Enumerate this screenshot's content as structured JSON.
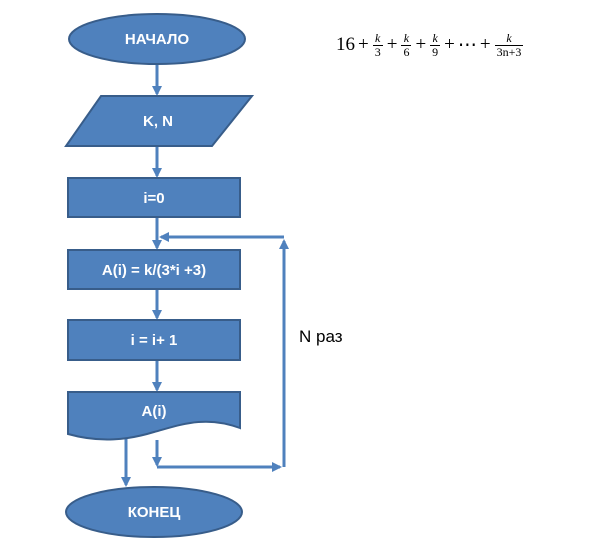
{
  "diagram": {
    "nodes": {
      "start": "НАЧАЛО",
      "input": "K, N",
      "init": "i=0",
      "assign": "A(i) = k/(3*i +3)",
      "increment": "i = i+ 1",
      "output": "A(i)",
      "end": "КОНЕЦ"
    },
    "loop_label": "N раз"
  },
  "formula": {
    "lead": "16",
    "terms": [
      {
        "num": "k",
        "den": "3"
      },
      {
        "num": "k",
        "den": "6"
      },
      {
        "num": "k",
        "den": "9"
      }
    ],
    "ellipsis": "⋯",
    "last": {
      "num": "k",
      "den": "3n+3"
    },
    "operator": "+"
  },
  "colors": {
    "shape_fill": "#4f81bd",
    "shape_stroke": "#385d8a",
    "connector": "#4f81bd",
    "node_text": "#ffffff"
  }
}
